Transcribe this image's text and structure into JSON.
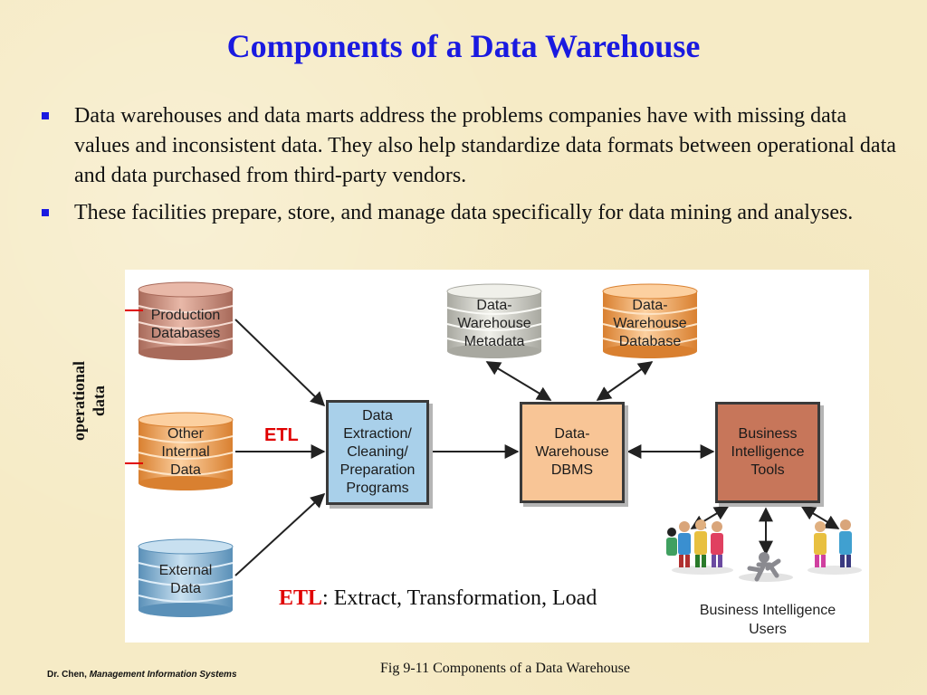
{
  "title": "Components of a Data Warehouse",
  "bullets": [
    "Data warehouses and data marts address the problems companies have with missing data values and inconsistent data. They also help standardize data formats between operational data and data purchased from third-party vendors.",
    "These facilities prepare, store, and manage data specifically for data mining and analyses."
  ],
  "diagram": {
    "sources": {
      "production": "Production\nDatabases",
      "internal": "Other\nInternal\nData",
      "external": "External\nData"
    },
    "operational_label": "operational\ndata",
    "etl_label": "ETL",
    "etl_box": "Data\nExtraction/\nCleaning/\nPreparation\nPrograms",
    "metadata": "Data-\nWarehouse\nMetadata",
    "database": "Data-\nWarehouse\nDatabase",
    "dbms": "Data-\nWarehouse\nDBMS",
    "bi_tools": "Business\nIntelligence\nTools",
    "bi_users": "Business Intelligence\nUsers",
    "etl_def_term": "ETL",
    "etl_def_rest": ": Extract, Transformation, Load"
  },
  "caption": "Fig 9-11 Components of a Data Warehouse",
  "footer": {
    "author": "Dr. Chen, ",
    "course": "Management Information Systems"
  },
  "colors": {
    "title": "#1a1ae0",
    "etl_red": "#e00000",
    "production_cyl": "#c98b7a",
    "internal_cyl": "#f0a050",
    "external_cyl": "#8ab8d6",
    "metadata_cyl": "#c8c8c0",
    "database_cyl": "#f0a050",
    "etl_box": "#a9d0ea",
    "dbms_box": "#f8c596",
    "bi_box": "#c7765a"
  }
}
